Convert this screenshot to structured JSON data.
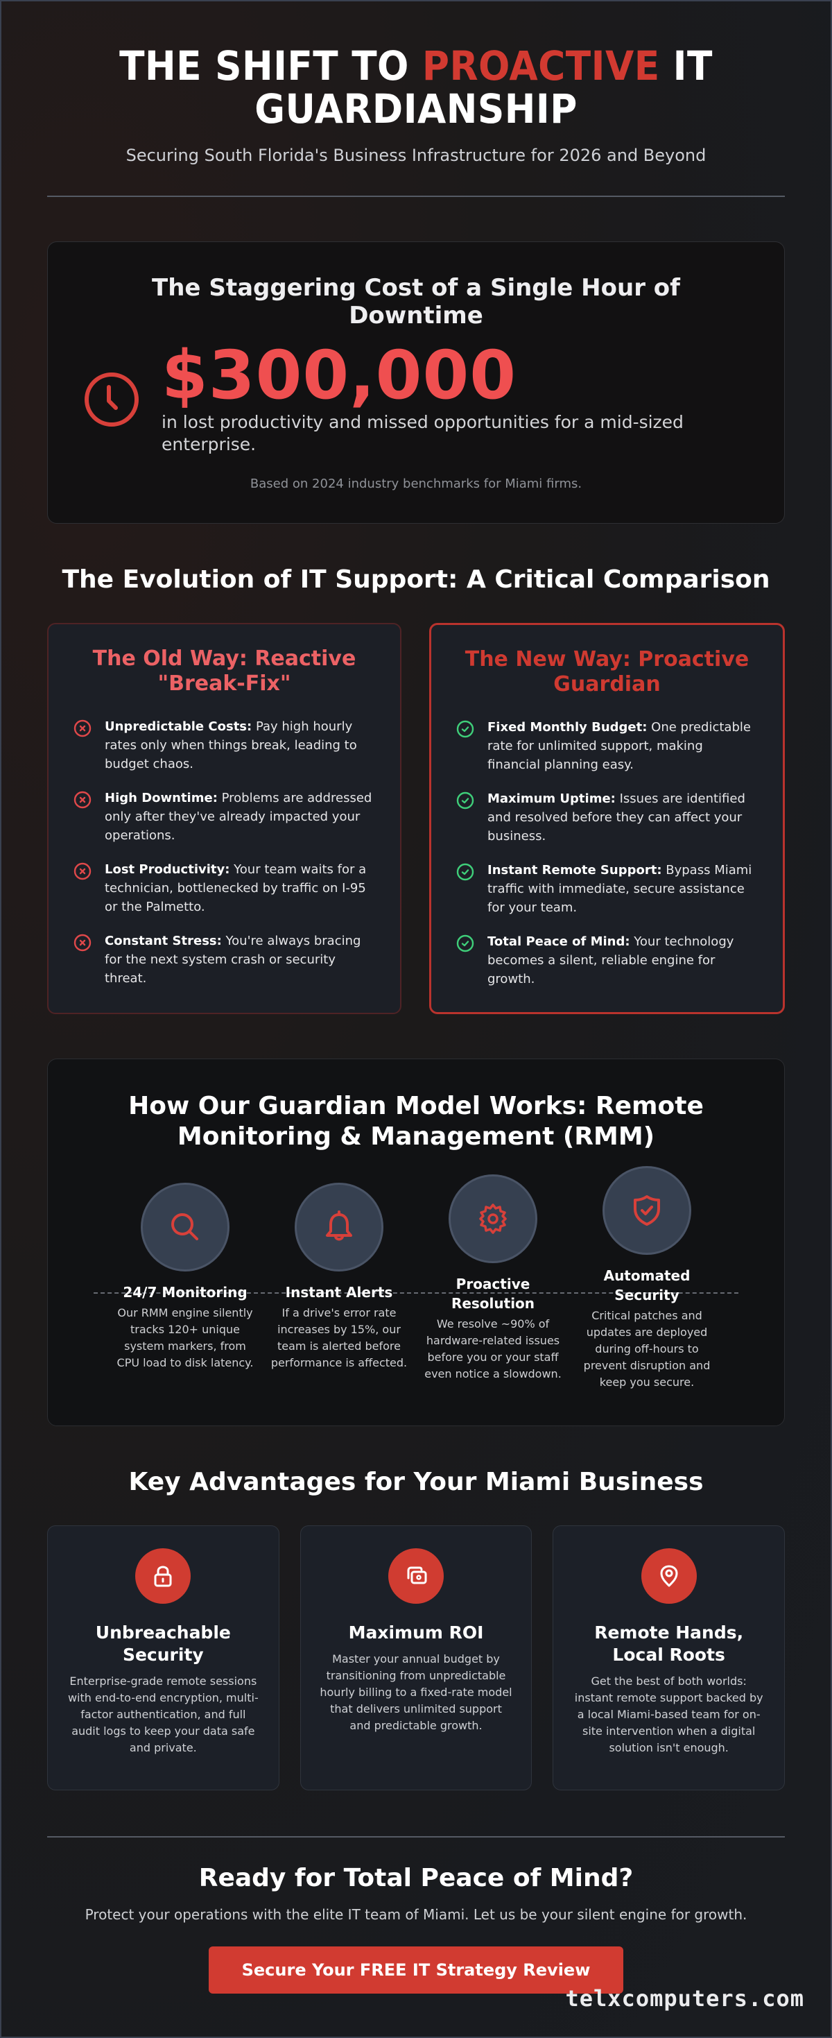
{
  "header": {
    "title_pre": "THE SHIFT TO ",
    "title_accent": "PROACTIVE",
    "title_post": " IT GUARDIANSHIP",
    "subtitle": "Securing South Florida's Business Infrastructure for 2026 and Beyond"
  },
  "cost": {
    "title": "The Staggering Cost of a Single Hour of Downtime",
    "icon": "clock-icon",
    "amount": "$300,000",
    "description": "in lost productivity and missed opportunities for a mid-sized enterprise.",
    "note": "Based on 2024 industry benchmarks for Miami firms."
  },
  "comparison": {
    "title": "The Evolution of IT Support: A Critical Comparison",
    "old": {
      "title": "The Old Way: Reactive \"Break-Fix\"",
      "icon": "x-circle-icon",
      "items": [
        {
          "label": "Unpredictable Costs:",
          "text": " Pay high hourly rates only when things break, leading to budget chaos."
        },
        {
          "label": "High Downtime:",
          "text": " Problems are addressed only after they've already impacted your operations."
        },
        {
          "label": "Lost Productivity:",
          "text": " Your team waits for a technician, bottlenecked by traffic on I-95 or the Palmetto."
        },
        {
          "label": "Constant Stress:",
          "text": " You're always bracing for the next system crash or security threat."
        }
      ]
    },
    "new": {
      "title": "The New Way: Proactive Guardian",
      "icon": "check-circle-icon",
      "items": [
        {
          "label": "Fixed Monthly Budget:",
          "text": " One predictable rate for unlimited support, making financial planning easy."
        },
        {
          "label": "Maximum Uptime:",
          "text": " Issues are identified and resolved before they can affect your business."
        },
        {
          "label": "Instant Remote Support:",
          "text": " Bypass Miami traffic with immediate, secure assistance for your team."
        },
        {
          "label": "Total Peace of Mind:",
          "text": " Your technology becomes a silent, reliable engine for growth."
        }
      ]
    }
  },
  "rmm": {
    "title": "How Our Guardian Model Works: Remote Monitoring & Management (RMM)",
    "steps": [
      {
        "icon": "search-icon",
        "title": "24/7 Monitoring",
        "desc": "Our RMM engine silently tracks 120+ unique system markers, from CPU load to disk latency."
      },
      {
        "icon": "bell-icon",
        "title": "Instant Alerts",
        "desc": "If a drive's error rate increases by 15%, our team is alerted before performance is affected."
      },
      {
        "icon": "gear-icon",
        "title": "Proactive Resolution",
        "desc": "We resolve ~90% of hardware-related issues before you or your staff even notice a slowdown."
      },
      {
        "icon": "shield-check-icon",
        "title": "Automated Security",
        "desc": "Critical patches and updates are deployed during off-hours to prevent disruption and keep you secure."
      }
    ]
  },
  "advantages": {
    "title": "Key Advantages for Your Miami Business",
    "cards": [
      {
        "icon": "lock-icon",
        "title": "Unbreachable Security",
        "desc": "Enterprise-grade remote sessions with end-to-end encryption, multi-factor authentication, and full audit logs to keep your data safe and private."
      },
      {
        "icon": "money-icon",
        "title": "Maximum ROI",
        "desc": "Master your annual budget by transitioning from unpredictable hourly billing to a fixed-rate model that delivers unlimited support and predictable growth."
      },
      {
        "icon": "location-pin-icon",
        "title": "Remote Hands, Local Roots",
        "desc": "Get the best of both worlds: instant remote support backed by a local Miami-based team for on-site intervention when a digital solution isn't enough."
      }
    ]
  },
  "cta": {
    "title": "Ready for Total Peace of Mind?",
    "text": "Protect your operations with the elite IT team of Miami. Let us be your silent engine for growth.",
    "button_label": "Secure Your FREE IT Strategy Review"
  },
  "brand": "telxcomputers.com",
  "colors": {
    "accent_red": "#d13b31",
    "amount_red": "#ef4f50",
    "old_title": "#ec6265",
    "check_green": "#3fcf7a",
    "background": "#1c1a1a"
  }
}
